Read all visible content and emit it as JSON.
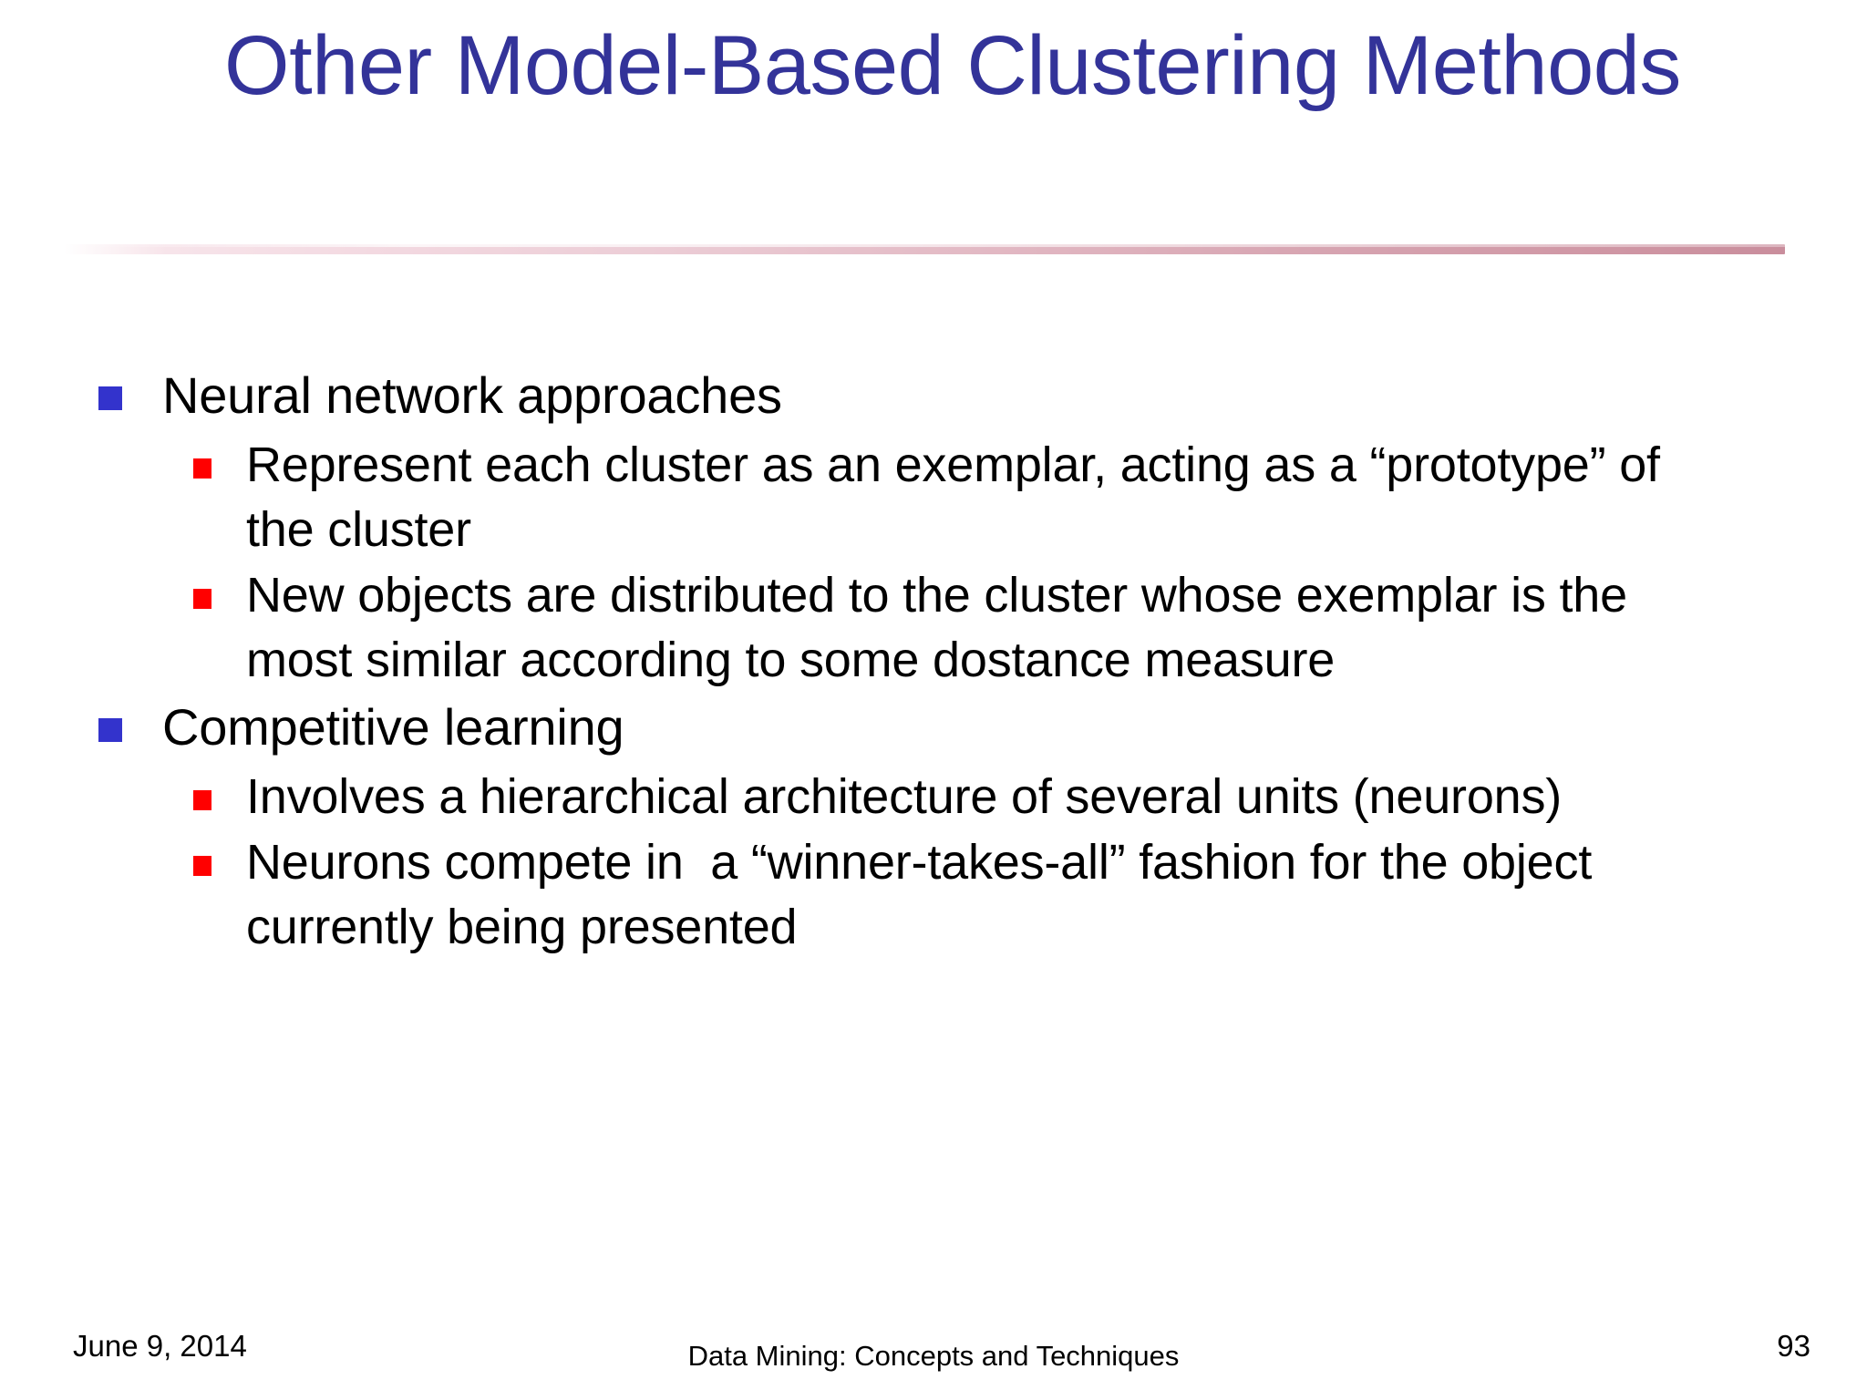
{
  "slide": {
    "title": "Other Model-Based Clustering Methods",
    "title_color": "#333399",
    "background": "#ffffff",
    "divider": {
      "gradient_from": "#f7e4ea",
      "gradient_to": "#c98d9c"
    }
  },
  "content": {
    "bullets": [
      {
        "level": 1,
        "marker": "square-bullet-blue",
        "marker_color": "#3333cc",
        "text": "Neural network approaches"
      },
      {
        "level": 2,
        "marker": "square-bullet-red",
        "marker_color": "#ff0000",
        "text": "Represent each cluster as an exemplar, acting as a “prototype” of the cluster"
      },
      {
        "level": 2,
        "marker": "square-bullet-red",
        "marker_color": "#ff0000",
        "text": "New objects are distributed to the cluster whose exemplar is the most similar according to some dostance measure"
      },
      {
        "level": 1,
        "marker": "square-bullet-blue",
        "marker_color": "#3333cc",
        "text": "Competitive learning"
      },
      {
        "level": 2,
        "marker": "square-bullet-red",
        "marker_color": "#ff0000",
        "text": "Involves a hierarchical architecture of several units (neurons)"
      },
      {
        "level": 2,
        "marker": "square-bullet-red",
        "marker_color": "#ff0000",
        "text": "Neurons compete in  a “winner-takes-all” fashion for the object currently being presented"
      }
    ]
  },
  "footer": {
    "date": "June 9, 2014",
    "center": "Data Mining: Concepts and Techniques",
    "page_number": "93"
  }
}
